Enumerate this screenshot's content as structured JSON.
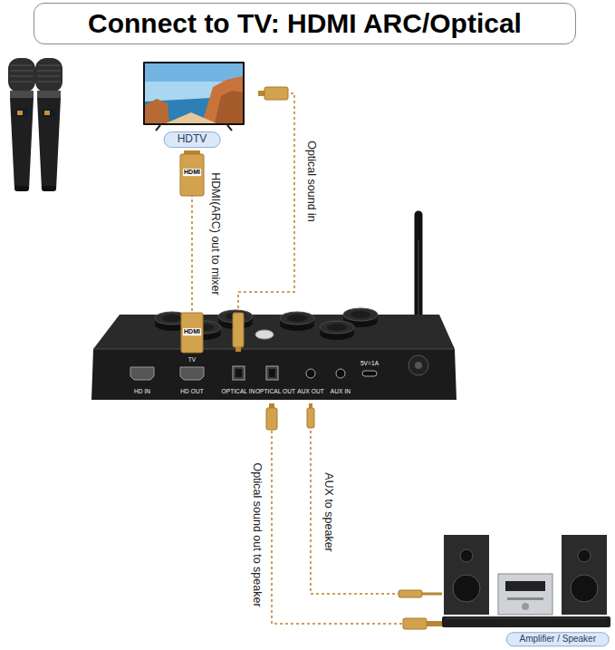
{
  "diagram": {
    "title": "Connect to TV: HDMI ARC/Optical",
    "nodes": [
      {
        "text": [
          "HDTV"
        ]
      },
      {
        "text": [
          "HD IN",
          "TV",
          "HD OUT",
          "OPTICAL IN",
          "OPTICAL OUT",
          "AUX OUT",
          "AUX IN",
          "5V=1A"
        ]
      },
      {
        "text": [
          "Amplifier / Speaker"
        ]
      }
    ],
    "edges": [
      {
        "from": 0,
        "to": 1,
        "label": "HDMI(ARC) out to mixer",
        "arrow": "none"
      },
      {
        "from": 0,
        "to": 1,
        "label": "Optical sound in",
        "arrow": "none"
      },
      {
        "from": 1,
        "to": 2,
        "label": "Optical sound out to speaker",
        "arrow": "none"
      },
      {
        "from": 1,
        "to": 2,
        "label": "AUX to speaker",
        "arrow": "none"
      }
    ],
    "labels": [
      "HDMI",
      "HDMI"
    ]
  }
}
